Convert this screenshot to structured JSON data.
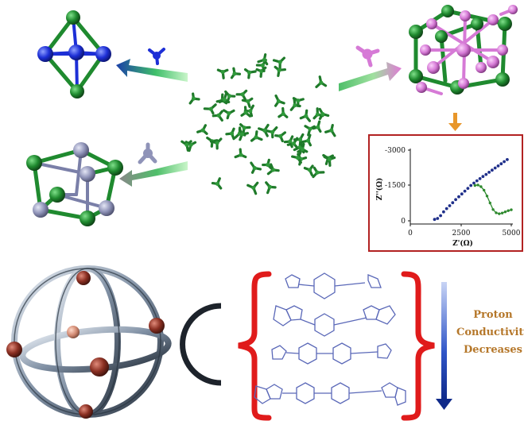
{
  "caption": {
    "line1": "Proton",
    "line2": "Conductivity",
    "line3": "Decreases"
  },
  "inset_plot": {
    "y_ticks": [
      "-3000",
      "-1500",
      "0"
    ],
    "x_ticks": [
      "0",
      "2500",
      "5000"
    ],
    "ylabel": "Z''(Ω)",
    "xlabel": "Z'(Ω)"
  },
  "chart_data": {
    "type": "scatter",
    "title": "",
    "xlabel": "Z'(Ω)",
    "ylabel": "Z''(Ω)",
    "xlim": [
      0,
      5000
    ],
    "ylim": [
      0,
      -3000
    ],
    "series": [
      {
        "color": "#1f2f8a",
        "x": [
          1200,
          1350,
          1500,
          1650,
          1800,
          1950,
          2100,
          2250,
          2400,
          2550,
          2700,
          2850,
          3000,
          3150,
          3300,
          3450,
          3600,
          3750,
          3900,
          4050,
          4200,
          4350,
          4500,
          4650,
          4800
        ],
        "y": [
          -60,
          -100,
          -220,
          -380,
          -520,
          -640,
          -770,
          -900,
          -1020,
          -1140,
          -1260,
          -1380,
          -1500,
          -1600,
          -1700,
          -1790,
          -1880,
          -1970,
          -2060,
          -2150,
          -2240,
          -2330,
          -2420,
          -2510,
          -2600
        ]
      },
      {
        "color": "#2f8a2f",
        "x": [
          3200,
          3350,
          3500,
          3650,
          3800,
          3950,
          4100,
          4250,
          4400,
          4550,
          4700,
          4850,
          5000
        ],
        "y": [
          -1500,
          -1520,
          -1450,
          -1300,
          -1050,
          -760,
          -480,
          -340,
          -300,
          -330,
          -380,
          -430,
          -470
        ]
      }
    ]
  },
  "colors": {
    "green_atom": "#1f7a2a",
    "blue_atom": "#1d2fd6",
    "gray_atom": "#8f93b8",
    "pink_atom": "#d67ad6",
    "ring_atom": "#7a2a1f",
    "bracket": "#e01b1b",
    "arrow_blue": "#1b3fa8",
    "plot_border": "#b22222",
    "down_arrow": "#e8962a"
  },
  "icons": [
    "teal-arrow-left-icon",
    "gray-arrow-left-icon",
    "pink-arrow-right-icon",
    "orange-down-arrow-icon",
    "blue-down-arrow-icon"
  ]
}
